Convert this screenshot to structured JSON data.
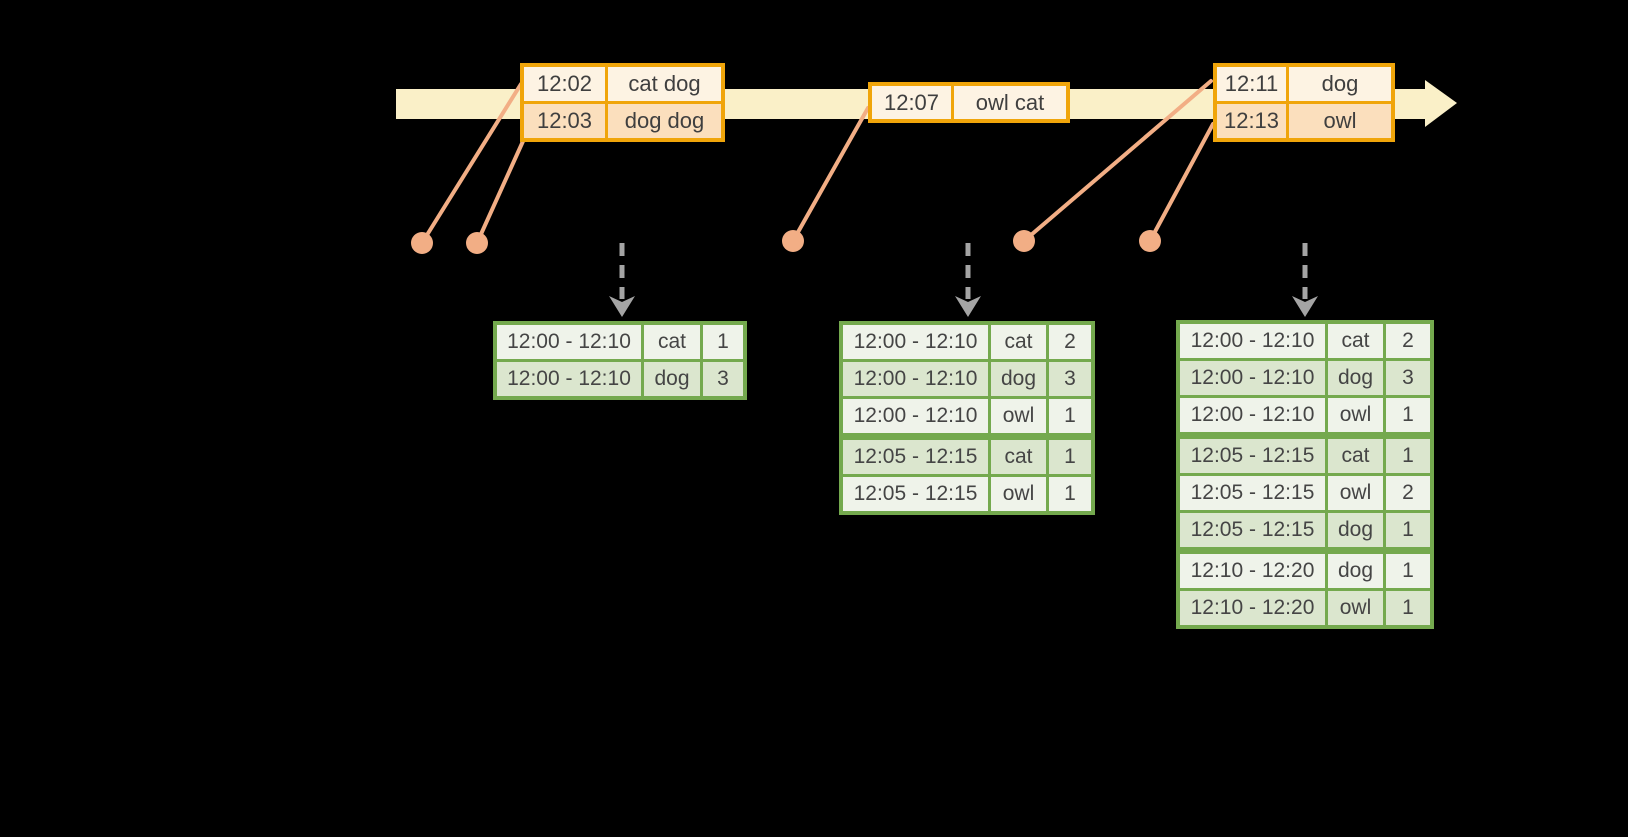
{
  "background_color": "#000000",
  "colors": {
    "timeline_fill": "#FAF0C8",
    "event_table_border": "#F0A50A",
    "event_row_fill_dark": "#FBDFBD",
    "event_row_fill_light": "#FDF3E3",
    "connector_and_dots": "#F2AE85",
    "dashed_arrow": "#A4A4A4",
    "result_table_border": "#74A94E",
    "result_row_fill_dark": "#DBE6CE",
    "result_row_fill_light": "#EFF3EA",
    "text": "#3F3F3F"
  },
  "icons": {
    "timeline_arrow": "right-arrow",
    "event_marker": "dot",
    "trigger_arrow": "dashed-down-arrow"
  },
  "event_tables": [
    {
      "rows": [
        {
          "time": "12:02",
          "words": "cat dog"
        },
        {
          "time": "12:03",
          "words": "dog dog"
        }
      ]
    },
    {
      "rows": [
        {
          "time": "12:07",
          "words": "owl cat"
        }
      ]
    },
    {
      "rows": [
        {
          "time": "12:11",
          "words": "dog"
        },
        {
          "time": "12:13",
          "words": "owl"
        }
      ]
    }
  ],
  "result_tables": [
    {
      "rows": [
        {
          "window": "12:00 - 12:10",
          "word": "cat",
          "count": "1"
        },
        {
          "window": "12:00 - 12:10",
          "word": "dog",
          "count": "3"
        }
      ]
    },
    {
      "rows": [
        {
          "window": "12:00 - 12:10",
          "word": "cat",
          "count": "2"
        },
        {
          "window": "12:00 - 12:10",
          "word": "dog",
          "count": "3"
        },
        {
          "window": "12:00 - 12:10",
          "word": "owl",
          "count": "1"
        },
        {
          "window": "12:05 - 12:15",
          "word": "cat",
          "count": "1"
        },
        {
          "window": "12:05 - 12:15",
          "word": "owl",
          "count": "1"
        }
      ]
    },
    {
      "rows": [
        {
          "window": "12:00 - 12:10",
          "word": "cat",
          "count": "2"
        },
        {
          "window": "12:00 - 12:10",
          "word": "dog",
          "count": "3"
        },
        {
          "window": "12:00 - 12:10",
          "word": "owl",
          "count": "1"
        },
        {
          "window": "12:05 - 12:15",
          "word": "cat",
          "count": "1"
        },
        {
          "window": "12:05 - 12:15",
          "word": "owl",
          "count": "2"
        },
        {
          "window": "12:05 - 12:15",
          "word": "dog",
          "count": "1"
        },
        {
          "window": "12:10 - 12:20",
          "word": "dog",
          "count": "1"
        },
        {
          "window": "12:10 - 12:20",
          "word": "owl",
          "count": "1"
        }
      ]
    }
  ]
}
